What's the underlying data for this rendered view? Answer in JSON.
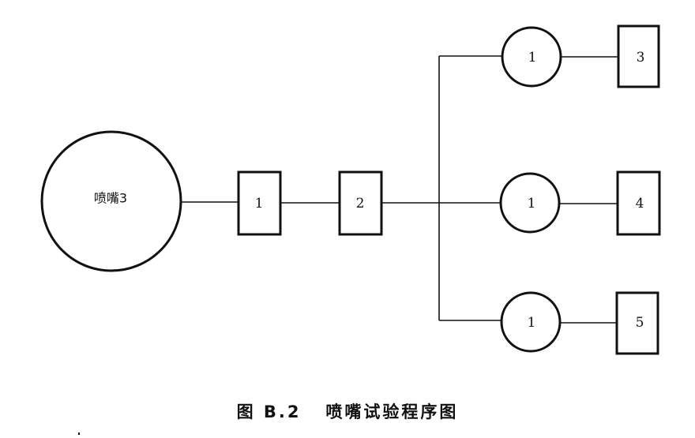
{
  "diagram": {
    "nodes": {
      "nozzle": {
        "label": "喷嘴3",
        "shape": "circle"
      },
      "box_a": {
        "label": "1",
        "shape": "rect"
      },
      "box_b": {
        "label": "2",
        "shape": "rect"
      },
      "circle_top": {
        "label": "1",
        "shape": "circle"
      },
      "circle_mid": {
        "label": "1",
        "shape": "circle"
      },
      "circle_bot": {
        "label": "1",
        "shape": "circle"
      },
      "box_top": {
        "label": "3",
        "shape": "rect"
      },
      "box_mid": {
        "label": "4",
        "shape": "rect"
      },
      "box_bot": {
        "label": "5",
        "shape": "rect"
      }
    },
    "edges": [
      [
        "nozzle",
        "box_a"
      ],
      [
        "box_a",
        "box_b"
      ],
      [
        "box_b",
        "branch"
      ],
      [
        "branch",
        "circle_top"
      ],
      [
        "branch",
        "circle_mid"
      ],
      [
        "branch",
        "circle_bot"
      ],
      [
        "circle_top",
        "box_top"
      ],
      [
        "circle_mid",
        "box_mid"
      ],
      [
        "circle_bot",
        "box_bot"
      ]
    ]
  },
  "caption": {
    "figure_number": "图 B.2",
    "title": "喷嘴试验程序图"
  }
}
